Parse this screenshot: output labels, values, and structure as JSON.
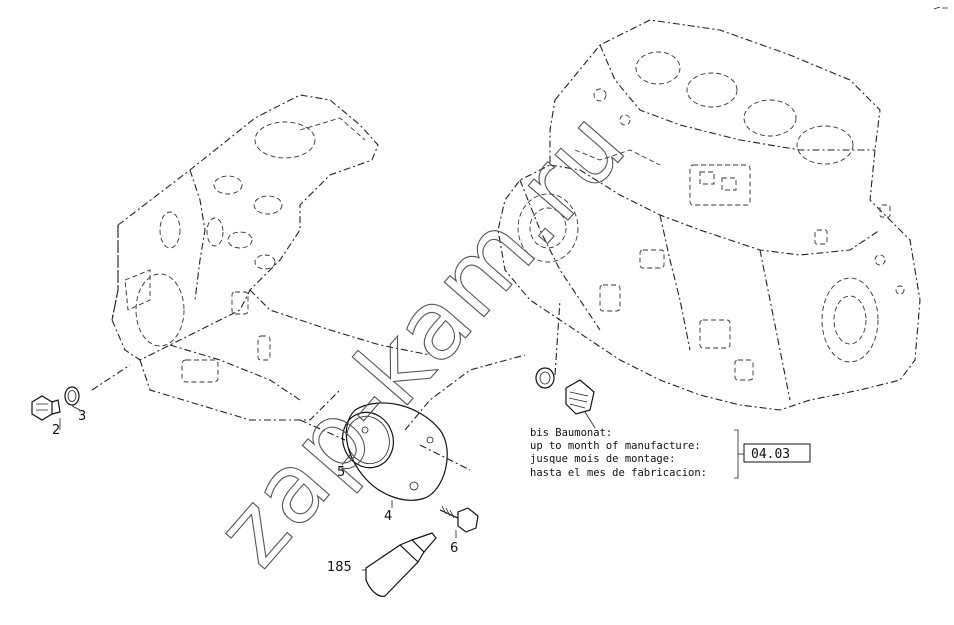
{
  "callouts": {
    "c2": "2",
    "c3": "3",
    "c4": "4",
    "c5": "5",
    "c6": "6",
    "c185": "185"
  },
  "note": {
    "line1": "bis Baumonat:",
    "line2": "up to month of manufacture:",
    "line3": "jusque mois de montage:",
    "line4": "hasta el mes de fabricacion:",
    "code": "04.03"
  },
  "watermark": "zap-kam.ru"
}
